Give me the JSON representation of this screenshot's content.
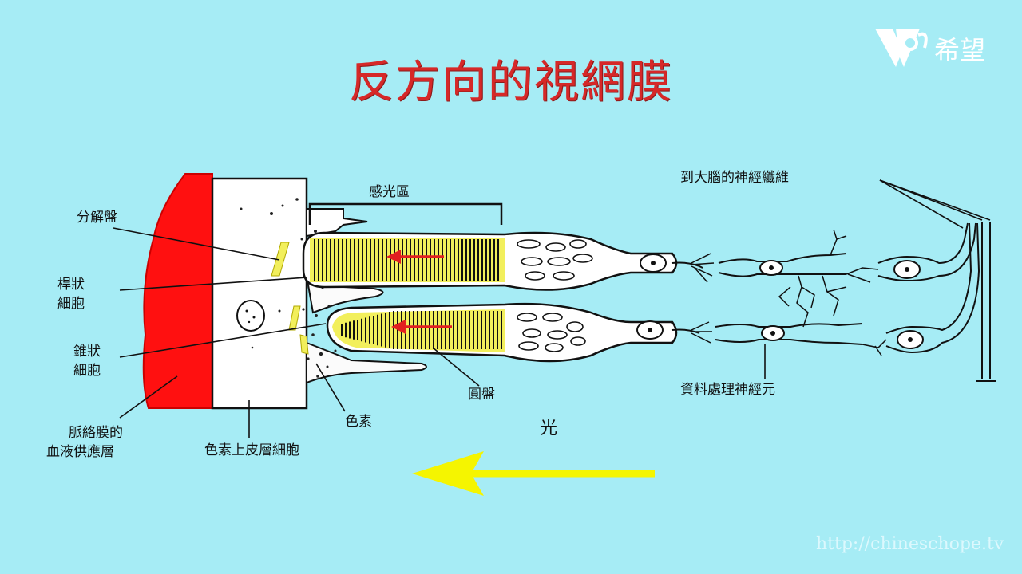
{
  "title": "反方向的視網膜",
  "logo_text": "希望",
  "watermark": "http://chineschope.tv",
  "labels": {
    "photosensitive_zone": "感光區",
    "disks_decomposing": "分解盤",
    "rod_cell": [
      "桿狀",
      "細胞"
    ],
    "cone_cell": [
      "錐狀",
      "細胞"
    ],
    "choroid": [
      "脈絡膜的",
      "血液供應層"
    ],
    "pigment_epithelium": "色素上皮層細胞",
    "pigment": "色素",
    "disks": "圓盤",
    "light": "光",
    "to_brain": "到大腦的神經纖維",
    "processing_neurons": "資料處理神經元"
  },
  "colors": {
    "background": "#a6ecf5",
    "title": "#d62828",
    "blood_layer": "#ff1010",
    "outer_segment": "#f2ef5c",
    "arrow_inner": "#e22020",
    "arrow_light": "#f5f500"
  }
}
